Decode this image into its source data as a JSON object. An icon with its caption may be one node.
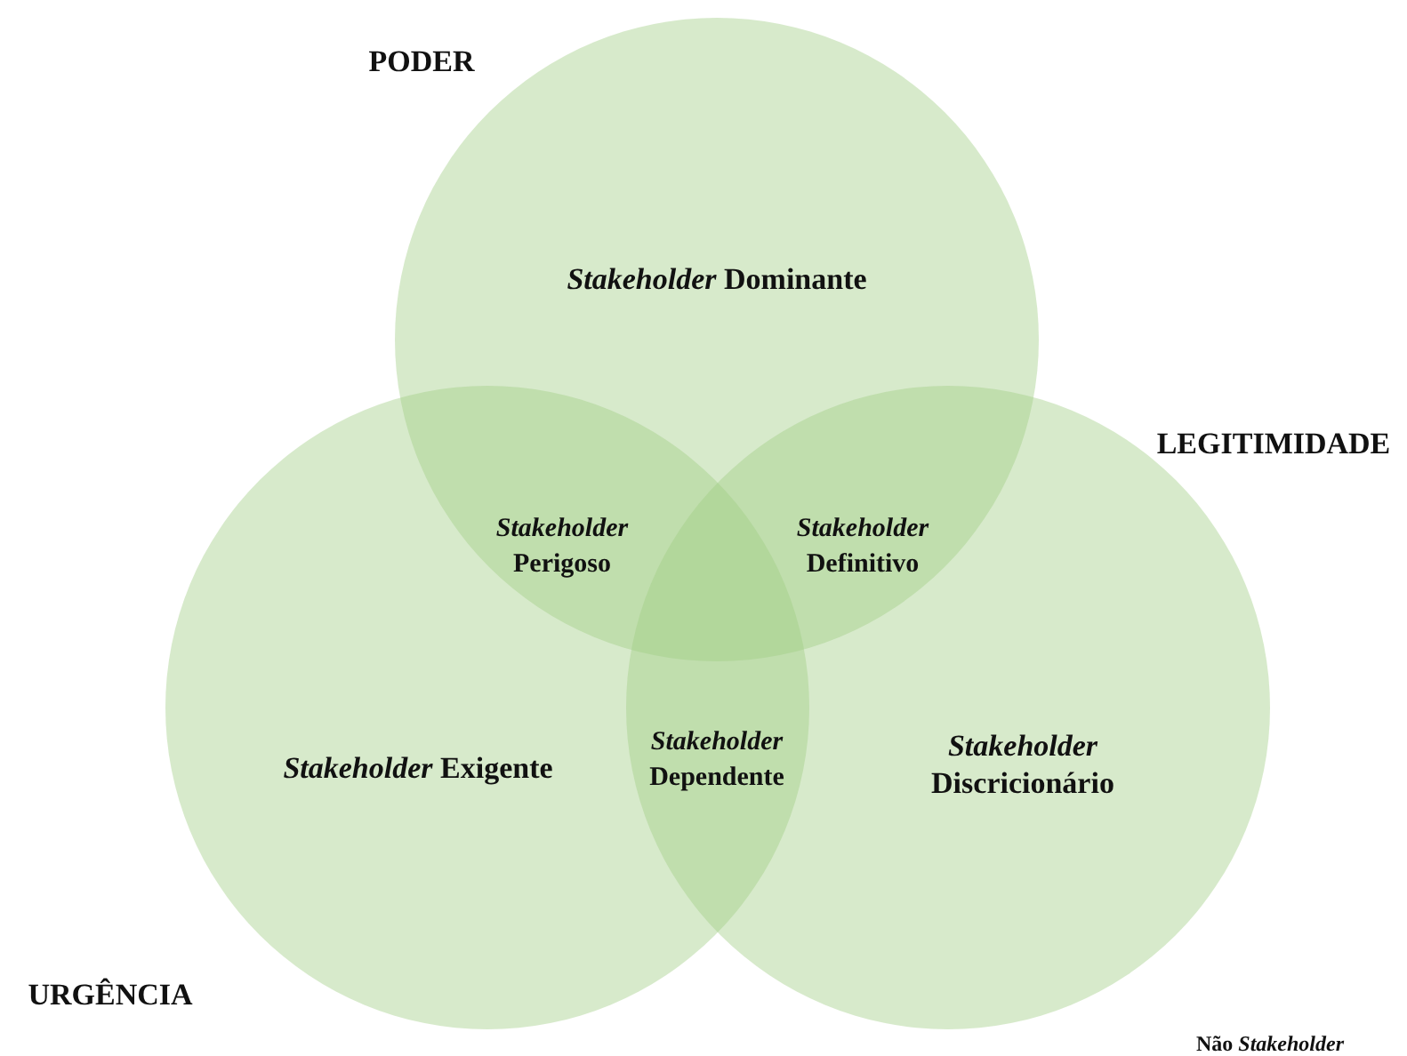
{
  "diagram": {
    "nodes": [
      {
        "text": [
          "*Stakeholder* Dominante"
        ]
      },
      {
        "text": [
          "*Stakeholder* Exigente"
        ]
      },
      {
        "text": [
          "*Stakeholder* Discricionário"
        ]
      }
    ],
    "labels": [
      "PODER",
      "LEGITIMIDADE",
      "*Stakeholder* Perigoso",
      "*Stakeholder* Definitivo",
      "*Stakeholder* Dependente",
      "URGÊNCIA",
      "Não *Stakeholder*"
    ]
  }
}
